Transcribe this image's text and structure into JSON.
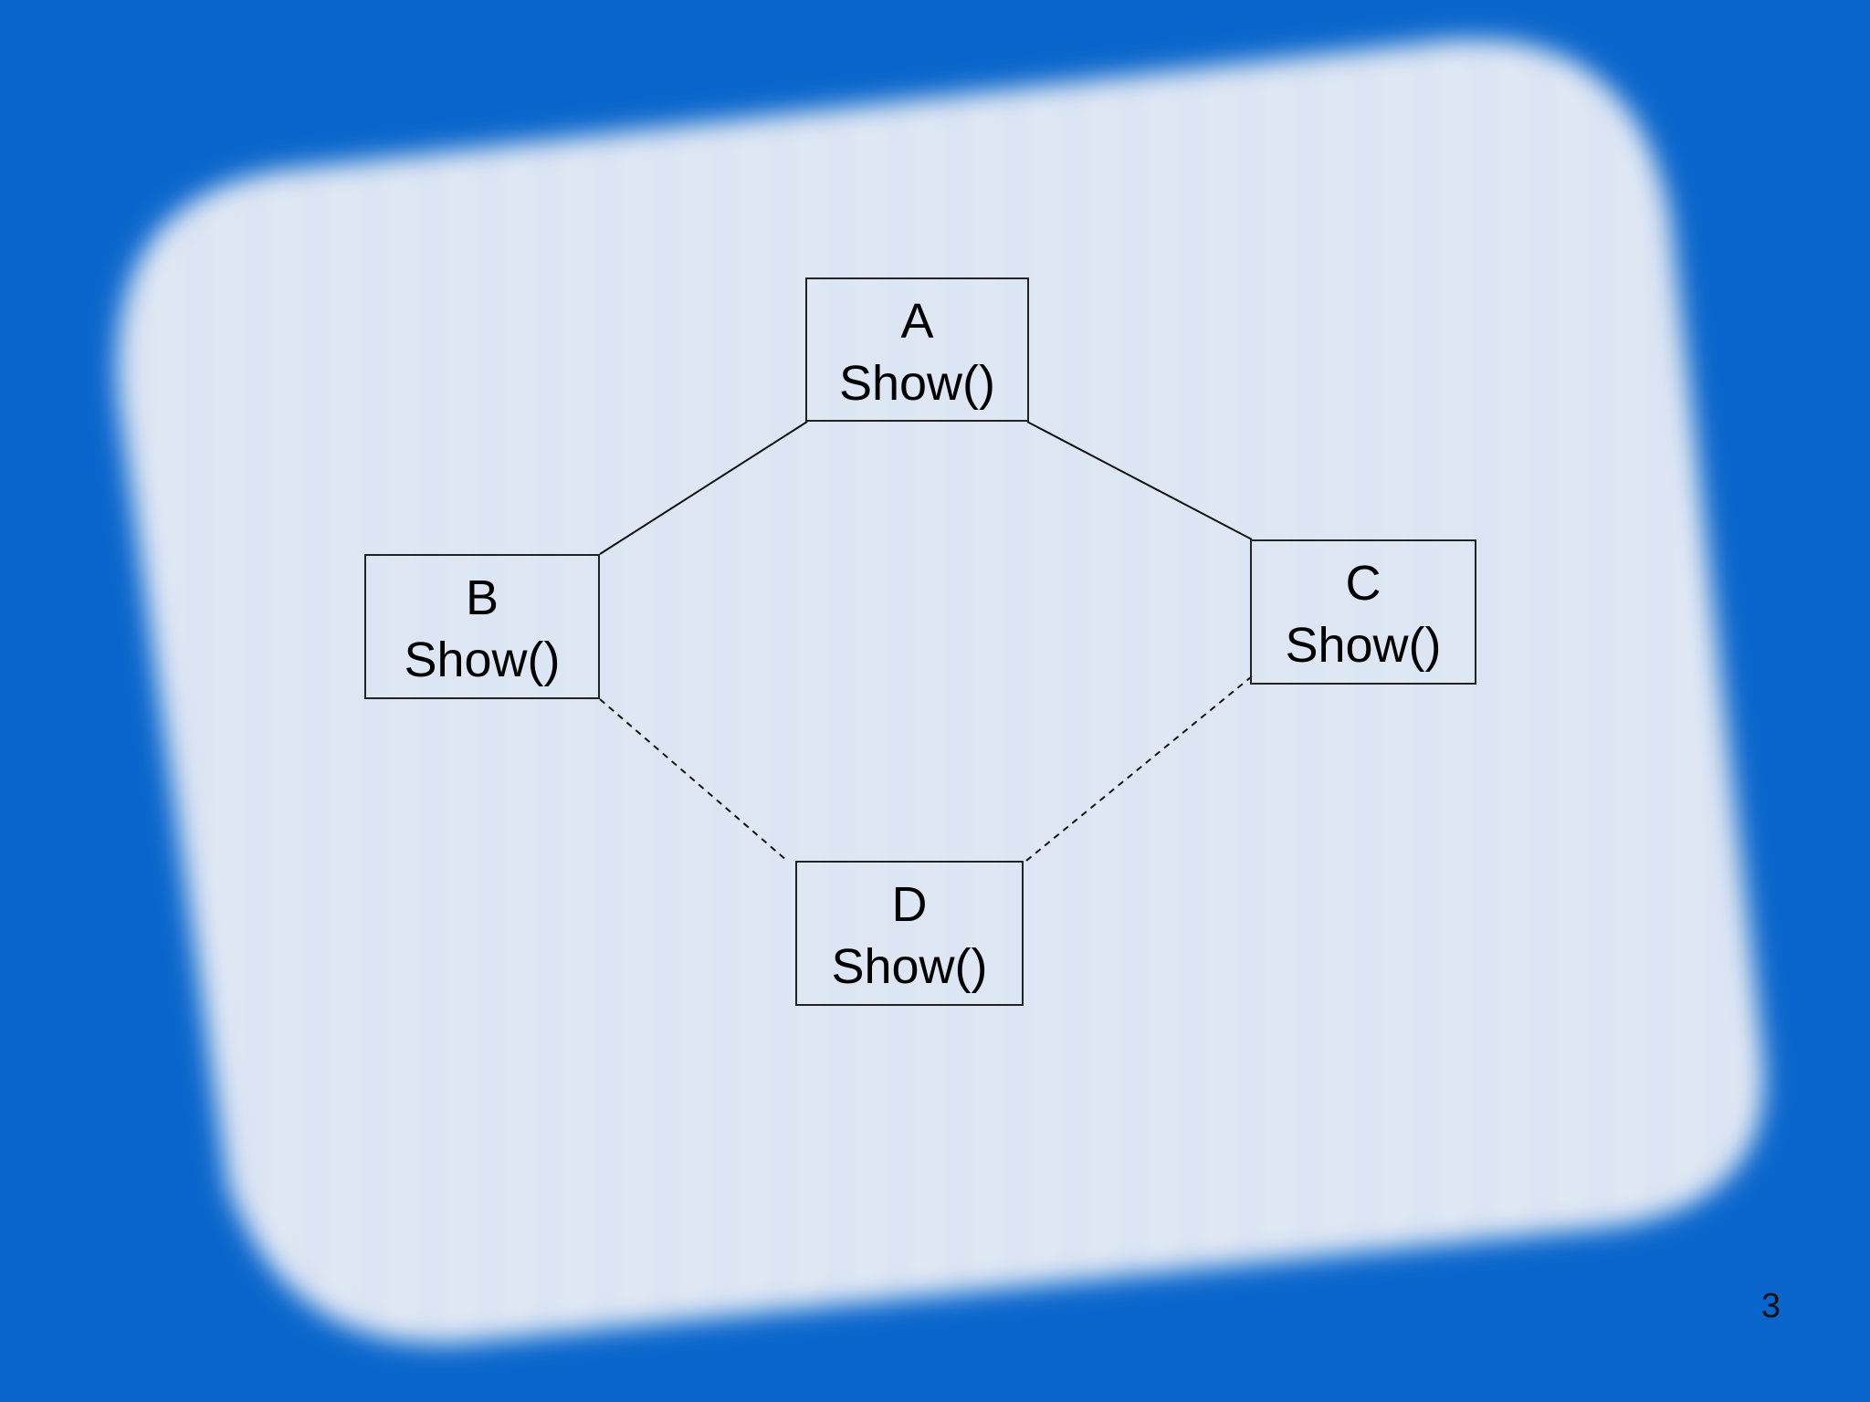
{
  "colors": {
    "background": "#0a66cc",
    "panel_fill": "#eef2f7",
    "panel_stripe": "#7aa6e0",
    "line": "#111111"
  },
  "nodes": {
    "a": {
      "name": "A",
      "method": "Show()"
    },
    "b": {
      "name": "B",
      "method": "Show()"
    },
    "c": {
      "name": "C",
      "method": "Show()"
    },
    "d": {
      "name": "D",
      "method": "Show()"
    }
  },
  "edges": [
    {
      "from": "A",
      "to": "B",
      "style": "solid"
    },
    {
      "from": "A",
      "to": "C",
      "style": "solid"
    },
    {
      "from": "B",
      "to": "D",
      "style": "dashed"
    },
    {
      "from": "C",
      "to": "D",
      "style": "dashed"
    }
  ],
  "slide": {
    "page_number": "3"
  }
}
